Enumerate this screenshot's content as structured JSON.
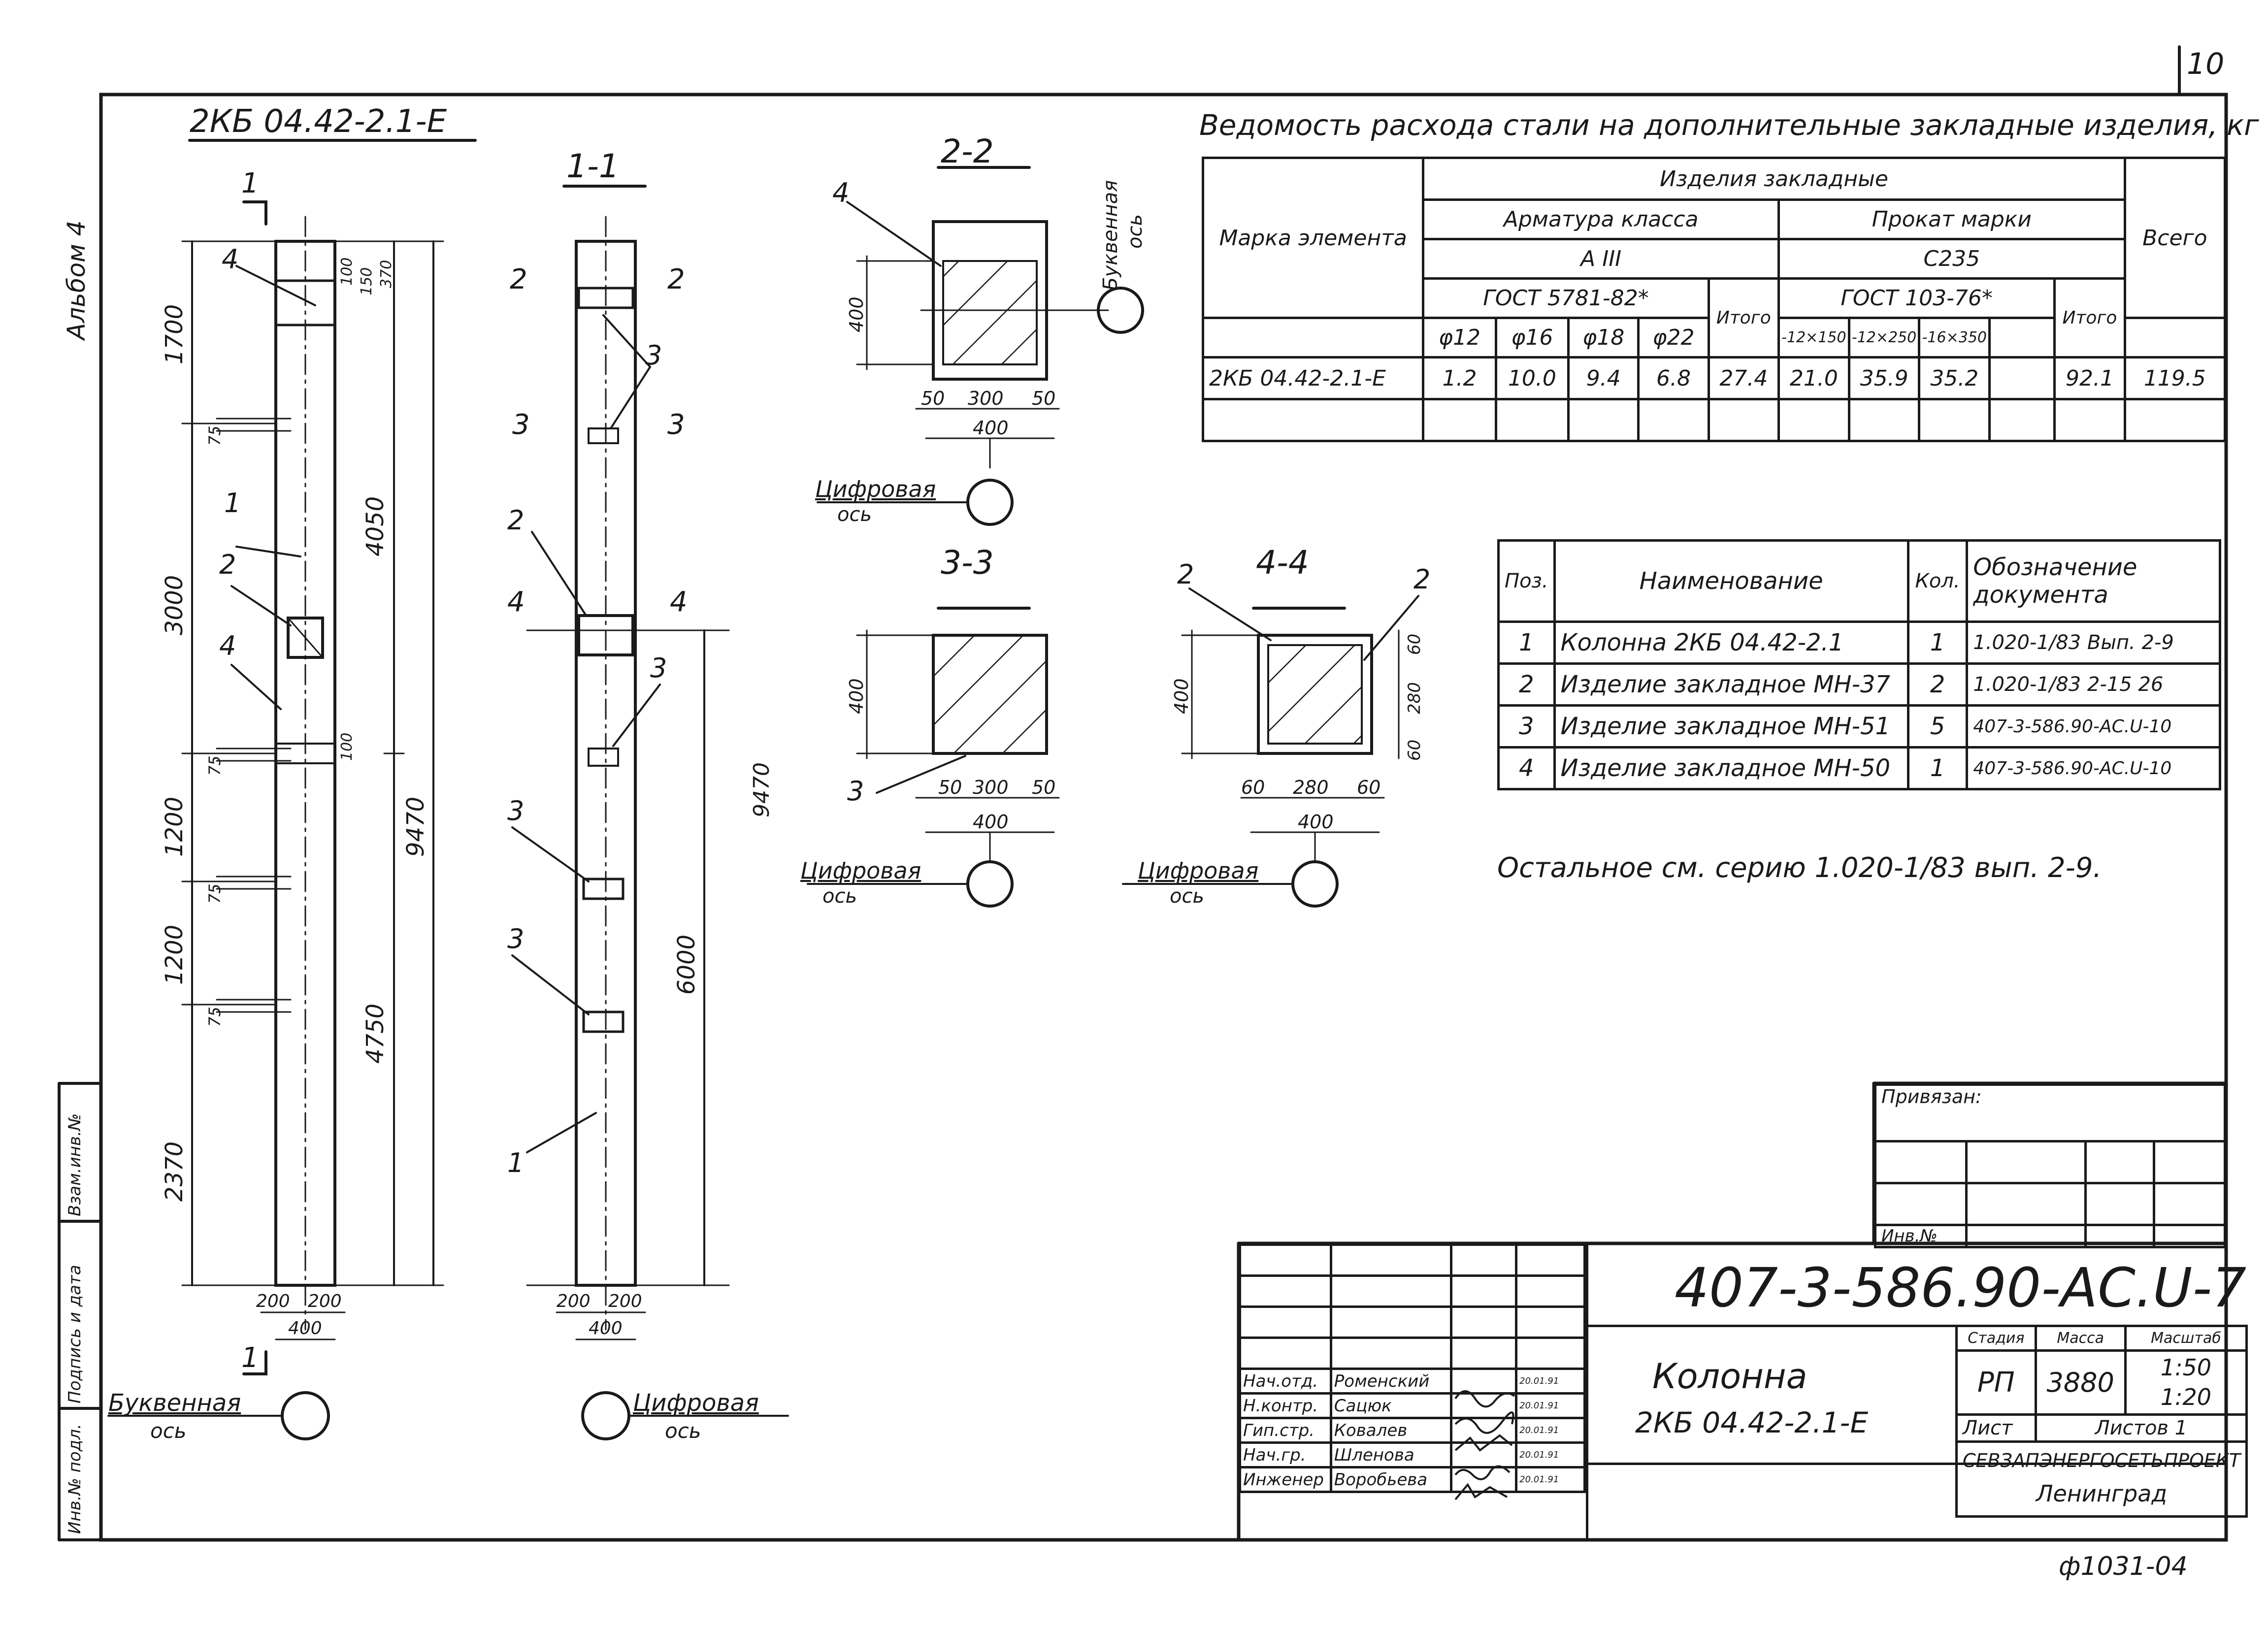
{
  "page_number": "10",
  "album_label": "Альбом 4",
  "sheet_footer": "ф1031-04",
  "left_strip": {
    "inv_podl": "Инв.№ подл.",
    "podpis": "Подпись и дата",
    "vzam": "Взам.инв.№"
  },
  "views": {
    "main_title": "2КБ 04.42-2.1-Е",
    "section_1_1": "1-1",
    "section_2_2": "2-2",
    "section_3_3": "3-3",
    "section_4_4": "4-4",
    "section_marks": [
      "1",
      "2",
      "2",
      "3",
      "3",
      "4",
      "4",
      "1"
    ],
    "callouts_elev": [
      "4",
      "1",
      "2",
      "4"
    ],
    "callouts_section": [
      "2",
      "3",
      "2",
      "3",
      "3",
      "3",
      "1"
    ],
    "callout_s22": "4",
    "callout_s33": "3",
    "callout_s44": [
      "2",
      "2"
    ],
    "axis_letter": "Буквенная",
    "axis_digit": "Цифровая",
    "axis_word": "ось",
    "dims_elev_left": [
      "1700",
      "3000",
      "1200",
      "1200",
      "2370"
    ],
    "dims_elev_mid": [
      "4050",
      "4750"
    ],
    "dim_total": "9470",
    "dim_6000": "6000",
    "dims_small_75": "75",
    "dims_embed": [
      "100",
      "370",
      "150",
      "100"
    ],
    "dim_200": "200",
    "dim_400": "400",
    "dim_50": "50",
    "dim_300": "300",
    "dim_60": "60",
    "dim_280": "280"
  },
  "steel_table": {
    "title": "Ведомость расхода стали на дополнительные закладные изделия, кг",
    "col_mark": "Марка элемента",
    "header_group": "Изделия закладные",
    "armatura": "Арматура класса",
    "armatura_class": "А III",
    "armatura_gost": "ГОСТ 5781-82*",
    "prokat": "Прокат марки",
    "prokat_grade": "С235",
    "prokat_gost": "ГОСТ 103-76*",
    "itogo": "Итого",
    "vsego": "Всего",
    "arm_cols": [
      "φ12",
      "φ16",
      "φ18",
      "φ22"
    ],
    "prok_cols": [
      "-12×150",
      "-12×250",
      "-16×350"
    ],
    "row": {
      "mark": "2КБ 04.42-2.1-Е",
      "values": [
        "1.2",
        "10.0",
        "9.4",
        "6.8",
        "27.4",
        "21.0",
        "35.9",
        "35.2",
        "",
        "92.1",
        "119.5"
      ]
    }
  },
  "spec_table": {
    "headers": [
      "Поз.",
      "Наименование",
      "Кол.",
      "Обозначение документа"
    ],
    "rows": [
      [
        "1",
        "Колонна 2КБ 04.42-2.1",
        "1",
        "1.020-1/83 Вып. 2-9"
      ],
      [
        "2",
        "Изделие закладное МН-37",
        "2",
        "1.020-1/83 2-15 26"
      ],
      [
        "3",
        "Изделие закладное МН-51",
        "5",
        "407-3-586.90-АС.U-10"
      ],
      [
        "4",
        "Изделие закладное МН-50",
        "1",
        "407-3-586.90-АС.U-10"
      ]
    ],
    "note": "Остальное см. серию 1.020-1/83 вып. 2-9."
  },
  "title_block": {
    "privyazan": "Привязан:",
    "inv_no": "Инв.№",
    "code": "407-3-586.90-АС.U-7",
    "name_line1": "Колонна",
    "name_line2": "2КБ 04.42-2.1-Е",
    "stadia_label": "Стадия",
    "massa_label": "Масса",
    "masshtab_label": "Масштаб",
    "stadia": "РП",
    "massa": "3880",
    "scale1": "1:50",
    "scale2": "1:20",
    "list_label": "Лист",
    "listov_label": "Листов",
    "listov": "1",
    "org": "СЕВЗАПЭНЕРГОСЕТЬПРОЕКТ",
    "city": "Ленинград",
    "staff": [
      {
        "role": "Нач.отд.",
        "name": "Роменский",
        "date": "20.01.91"
      },
      {
        "role": "Н.контр.",
        "name": "Сацюк",
        "date": "20.01.91"
      },
      {
        "role": "Гип.стр.",
        "name": "Ковалев",
        "date": "20.01.91"
      },
      {
        "role": "Нач.гр.",
        "name": "Шленова",
        "date": "20.01.91"
      },
      {
        "role": "Инженер",
        "name": "Воробьева",
        "date": "20.01.91"
      }
    ]
  }
}
